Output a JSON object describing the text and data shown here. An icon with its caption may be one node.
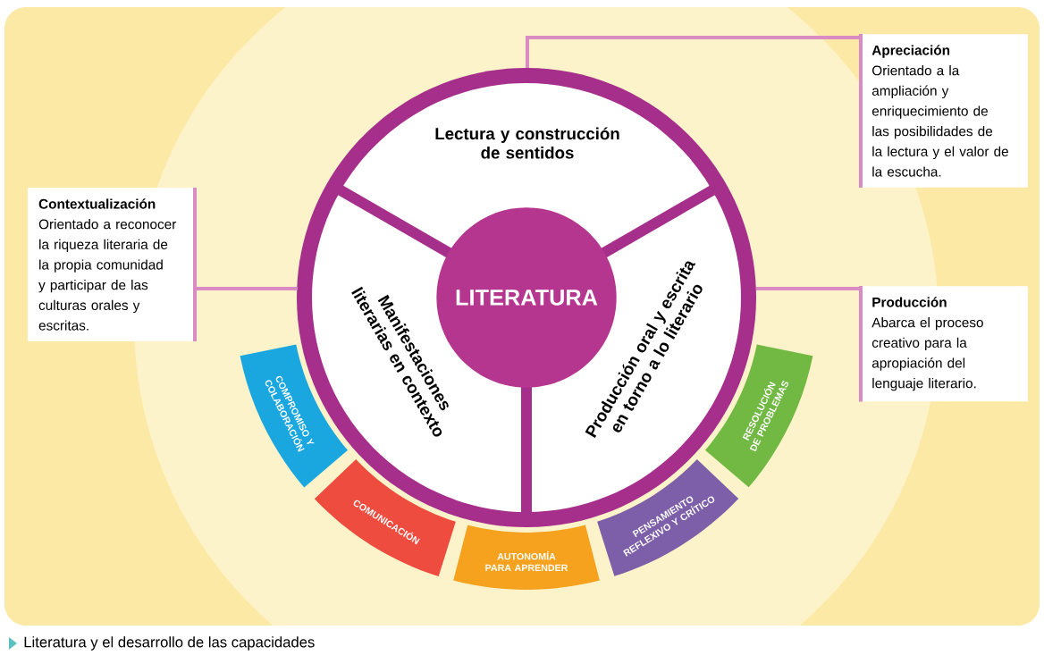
{
  "diagram": {
    "caption": "Literatura y el desarrollo de las capacidades",
    "nodes": [
      {
        "text": [
          "LITERATURA"
        ]
      },
      {
        "text": [
          "Lectura y construcción de sentidos"
        ]
      },
      {
        "text": [
          "Manifestaciones literarias en contexto"
        ]
      },
      {
        "text": [
          "Producción oral y escrita en torno a lo literario"
        ]
      },
      {
        "text": [
          "Apreciación",
          "Orientado a la ampliación y enriquecimiento de las posibilidades de la lectura y el valor de la  escucha."
        ]
      },
      {
        "text": [
          "Contextualización",
          "Orientado a reconocer la riqueza literaria de la propia comunidad y participar de las culturas orales y escritas."
        ]
      },
      {
        "text": [
          "Producción",
          "Abarca el proceso creativo para la apropiación del lenguaje literario."
        ]
      },
      {
        "text": [
          "COMPROMISO Y COLABORACIÓN"
        ]
      },
      {
        "text": [
          "COMUNICACIÓN"
        ]
      },
      {
        "text": [
          "AUTONOMÍA PARA APRENDER"
        ]
      },
      {
        "text": [
          "PENSAMIENTO REFLEXIVO Y CRÍTICO"
        ]
      },
      {
        "text": [
          "RESOLUCIÓN DE PROBLEMAS"
        ]
      }
    ],
    "edges": [
      {
        "from": 1,
        "to": 4,
        "arrow": "none"
      },
      {
        "from": 2,
        "to": 5,
        "arrow": "none"
      },
      {
        "from": 3,
        "to": 6,
        "arrow": "none"
      }
    ]
  }
}
